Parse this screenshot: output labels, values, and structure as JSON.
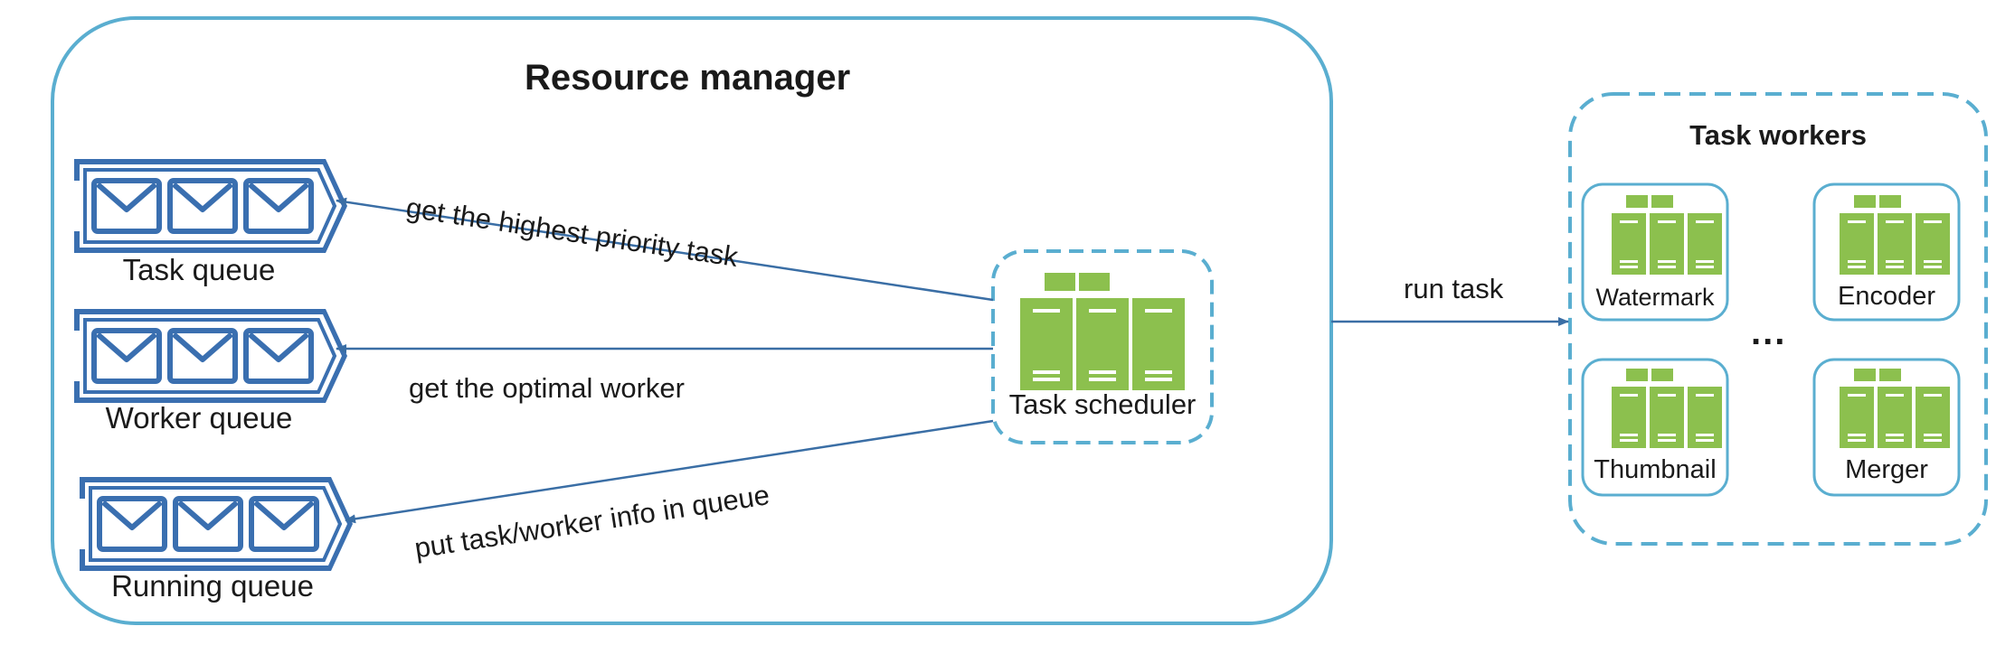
{
  "resource_manager": {
    "title": "Resource manager"
  },
  "queues": [
    {
      "label": "Task queue"
    },
    {
      "label": "Worker queue"
    },
    {
      "label": "Running queue"
    }
  ],
  "scheduler": {
    "label": "Task scheduler"
  },
  "edges": {
    "highest_priority": "get the highest priority task",
    "optimal_worker": "get the optimal worker",
    "put_info": "put task/worker info in queue",
    "run_task": "run task"
  },
  "task_workers": {
    "title": "Task workers",
    "ellipsis": "...",
    "workers": [
      {
        "label": "Watermark"
      },
      {
        "label": "Encoder"
      },
      {
        "label": "Thumbnail"
      },
      {
        "label": "Merger"
      }
    ]
  },
  "colors": {
    "container_border": "#5aaed0",
    "queue_blue": "#3a6fb0",
    "server_green": "#8cc04e",
    "arrow": "#3a6ea5"
  }
}
